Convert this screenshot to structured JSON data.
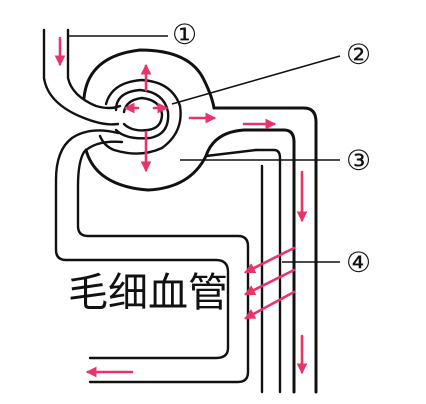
{
  "labels": {
    "label_1": "①",
    "label_2": "②",
    "label_3": "③",
    "label_4": "④",
    "caption": "毛细血管"
  },
  "colors": {
    "accent": "#e8336b",
    "line": "#111111",
    "background": "#ffffff"
  }
}
